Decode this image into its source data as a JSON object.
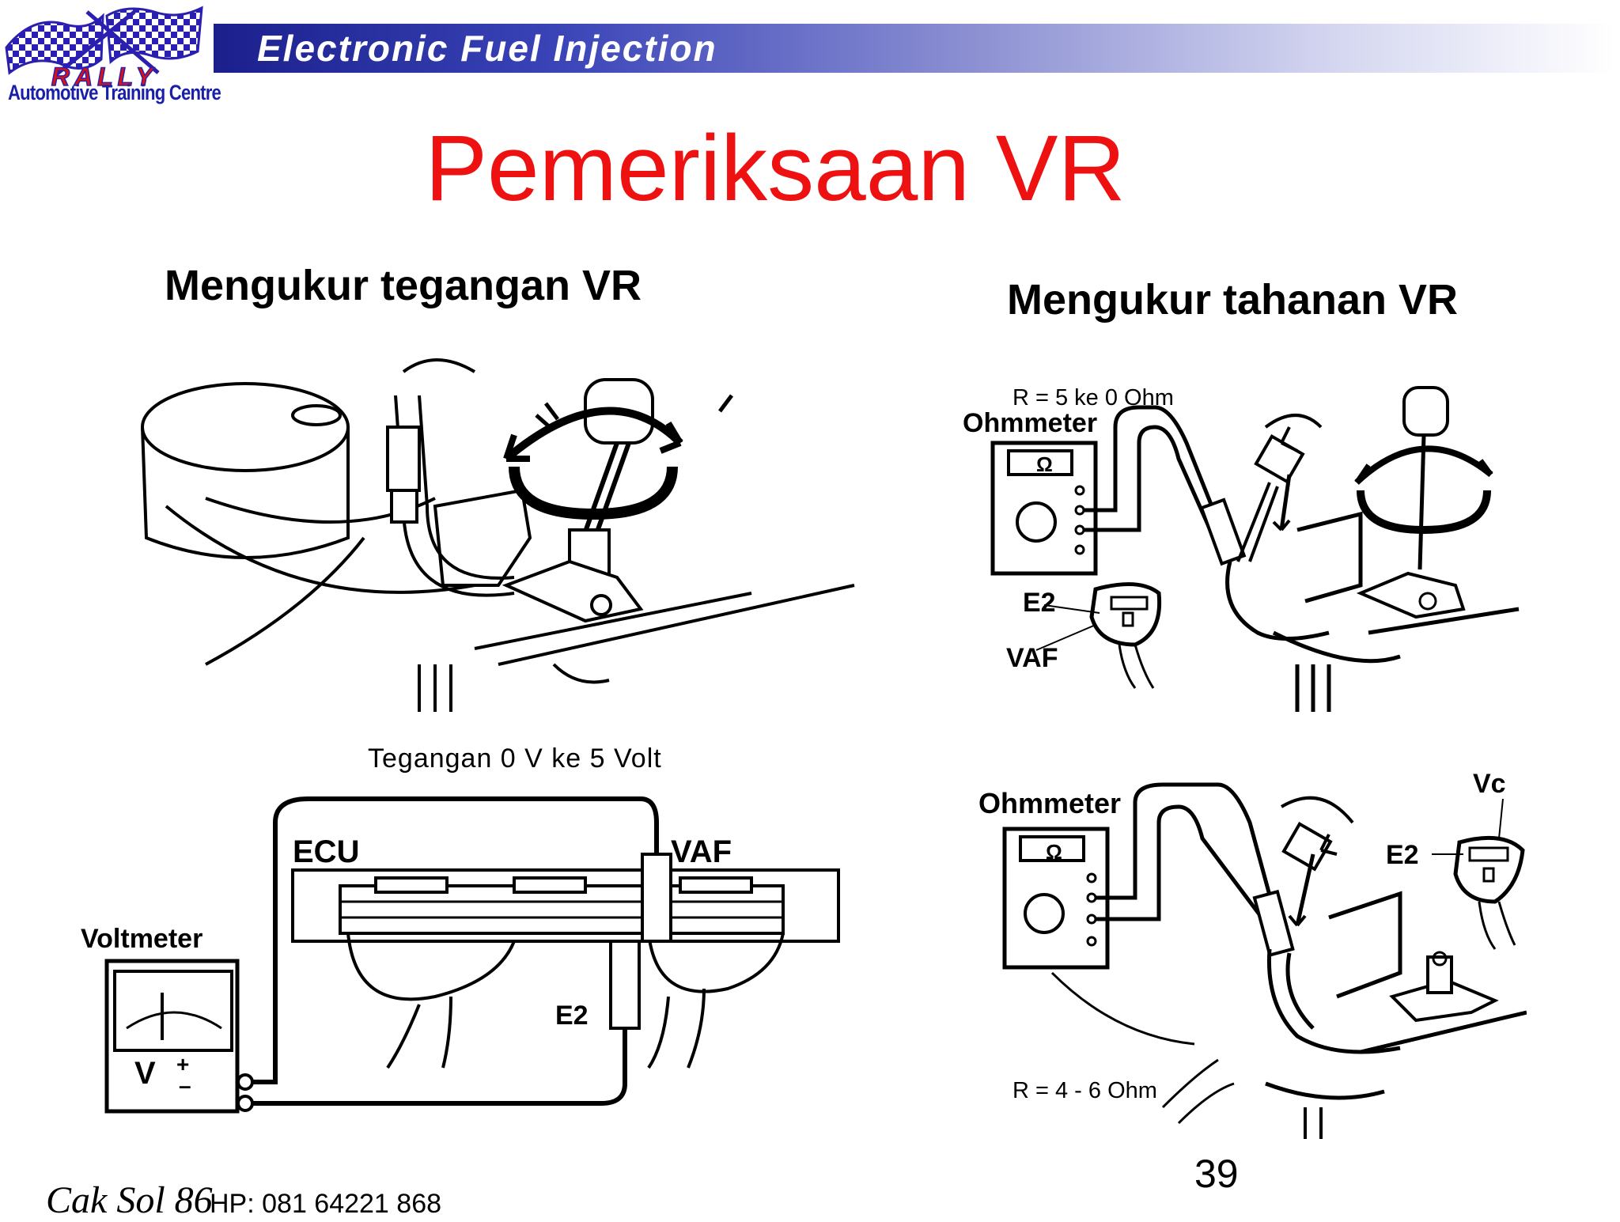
{
  "header": {
    "title": "Electronic Fuel Injection",
    "logo_text": "RALLY",
    "logo_caption": "Automotive Training Centre"
  },
  "main": {
    "title": "Pemeriksaan VR",
    "subtitle_left": "Mengukur tegangan VR",
    "subtitle_right": "Mengukur tahanan VR"
  },
  "diagrams": {
    "bottom_left": {
      "caption": "Tegangan 0 V ke 5 Volt",
      "ecu": "ECU",
      "vaf": "VAF",
      "voltmeter": "Voltmeter",
      "e2": "E2",
      "v": "V",
      "plus": "+",
      "minus": "–"
    },
    "top_right": {
      "reading": "R =  5 ke 0 Ohm",
      "meter": "Ohmmeter",
      "e2": "E2",
      "vaf": "VAF",
      "omega": "Ω"
    },
    "bottom_right": {
      "meter": "Ohmmeter",
      "vc": "Vc",
      "e2": "E2",
      "reading": "R  = 4 - 6 Ohm",
      "omega": "Ω"
    }
  },
  "footer": {
    "name": "Cak Sol 86",
    "phone": "HP: 081 64221 868",
    "page_number": "39"
  },
  "colors": {
    "title_red": "#ee1111",
    "header_blue": "#1a1f8c",
    "logo_purple": "#2a1fb0",
    "logo_red": "#dd1111"
  }
}
